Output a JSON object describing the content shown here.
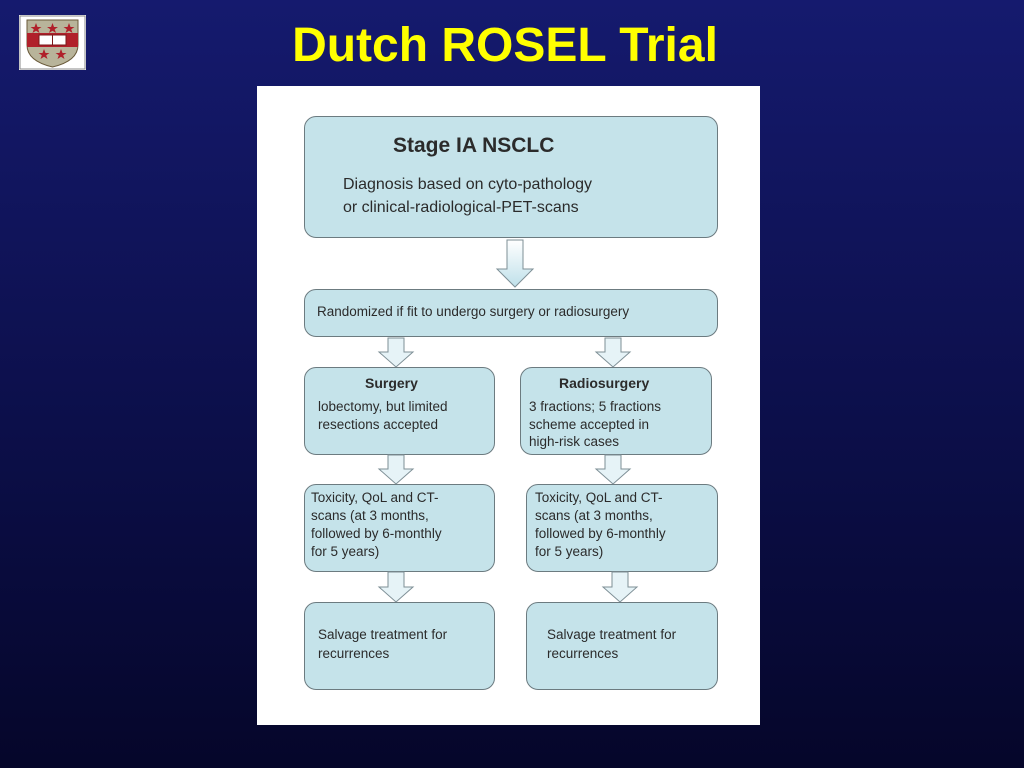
{
  "slide": {
    "title": "Dutch ROSEL Trial",
    "logo_icon": "university-crest-icon"
  },
  "flowchart": {
    "stage": {
      "title": "Stage IA NSCLC",
      "text": "Diagnosis based on cyto-pathology\nor clinical-radiological-PET-scans"
    },
    "randomization": {
      "text": "Randomized if fit to undergo surgery or radiosurgery"
    },
    "surgery": {
      "title": "Surgery",
      "text": "lobectomy, but limited\nresections accepted"
    },
    "radiosurgery": {
      "title": "Radiosurgery",
      "text": "3 fractions; 5 fractions\nscheme accepted in\nhigh-risk cases"
    },
    "followup_left": {
      "text": "Toxicity, QoL and CT-\nscans (at 3 months,\nfollowed by 6-monthly\nfor 5 years)"
    },
    "followup_right": {
      "text": "Toxicity, QoL and CT-\nscans (at 3 months,\nfollowed by 6-monthly\nfor 5 years)"
    },
    "salvage_left": {
      "text": "Salvage treatment for\nrecurrences"
    },
    "salvage_right": {
      "text": "Salvage treatment for\nrecurrences"
    },
    "colors": {
      "box_fill": "#c5e3ea",
      "box_border": "#6c7b80",
      "title_color": "#ffff00"
    }
  }
}
